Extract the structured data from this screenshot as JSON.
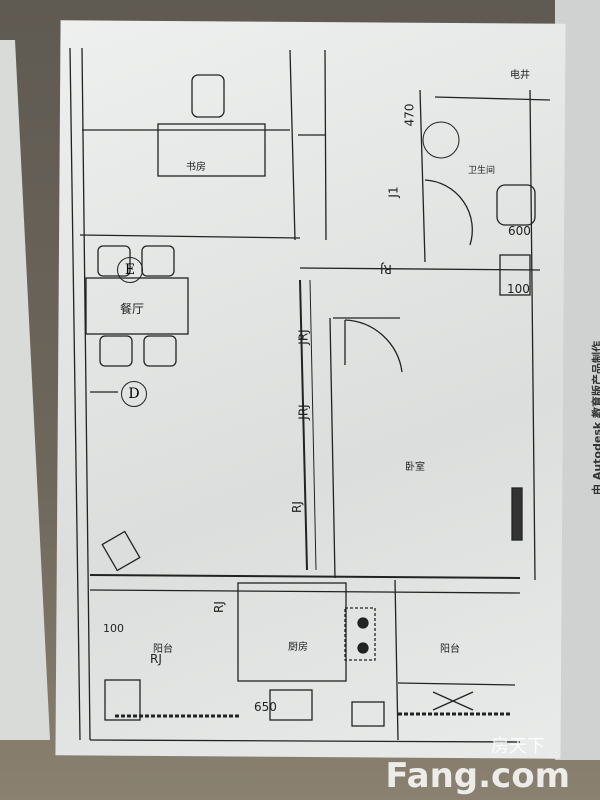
{
  "rooms": {
    "study": "书房",
    "dining": "餐厅",
    "bedroom": "卧室",
    "bathroom": "卫生间",
    "shaft": "电井",
    "kitchen": "厨房",
    "balcony_left": "阳台",
    "balcony_right": "阳台"
  },
  "dimensions": {
    "d470": "470",
    "d600": "600",
    "d100_right": "100",
    "d100_left": "100",
    "d650": "650"
  },
  "pipe_labels": {
    "j1": "J1",
    "rj_top": "RJ",
    "rj_1": "JRJ",
    "rj_2": "JRJ",
    "rj_3": "RJ",
    "rj_4": "RJ",
    "rj_5": "RJ"
  },
  "axis_markers": {
    "e": "E",
    "d": "D"
  },
  "footer_note": "由 Autodesk 教育版产品制作",
  "watermark": {
    "cn": "房天下",
    "en": "Fang.com"
  }
}
